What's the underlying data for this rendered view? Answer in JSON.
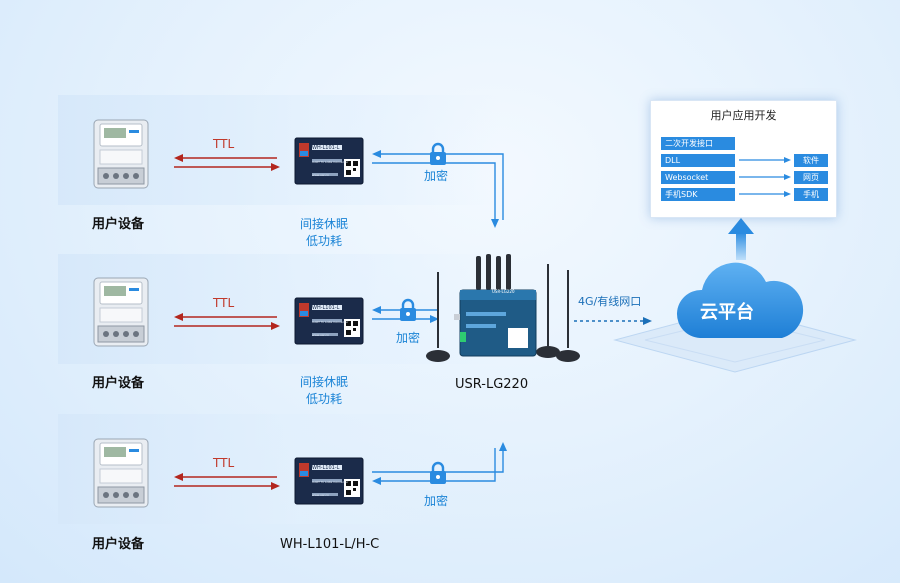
{
  "rows": [
    {
      "device_label": "用户设备",
      "ttl_label": "TTL",
      "encrypt_label": "加密",
      "note": [
        "间接休眠",
        "低功耗"
      ]
    },
    {
      "device_label": "用户设备",
      "ttl_label": "TTL",
      "encrypt_label": "加密",
      "note": [
        "间接休眠",
        "低功耗"
      ]
    },
    {
      "device_label": "用户设备",
      "ttl_label": "TTL",
      "encrypt_label": "加密"
    }
  ],
  "module": {
    "model_label": "WH-L101-L/H-C",
    "chip_text": "WH-L101-L",
    "sub_text": "UART To LoRa Converter",
    "url_text": "www.usr.cn"
  },
  "gateway": {
    "label": "USR-LG220",
    "face_text": "USR-LG220"
  },
  "link_label": "4G/有线网口",
  "cloud": {
    "label": "云平台"
  },
  "app_panel": {
    "title": "用户应用开发",
    "rows": [
      {
        "source": "二次开发接口"
      },
      {
        "source": "DLL",
        "target": "软件"
      },
      {
        "source": "Websocket",
        "target": "网页"
      },
      {
        "source": "手机SDK",
        "target": "手机"
      }
    ]
  },
  "colors": {
    "accent": "#1b84d6",
    "ttl": "#c0392b",
    "cloud": "#2a8be0"
  }
}
